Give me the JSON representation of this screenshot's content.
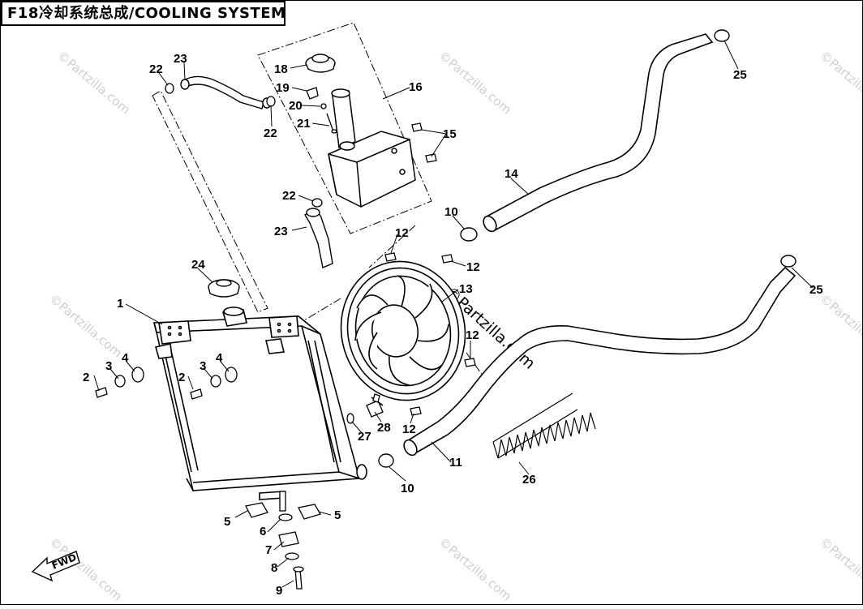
{
  "title": "F18冷却系统总成/COOLING SYSTEM",
  "fwd_label": "FWD",
  "watermark": "©Partzilla.com",
  "callouts": [
    "1",
    "2",
    "3",
    "4",
    "5",
    "6",
    "7",
    "8",
    "9",
    "10",
    "11",
    "12",
    "13",
    "14",
    "15",
    "16",
    "18",
    "19",
    "20",
    "21",
    "22",
    "23",
    "24",
    "25",
    "26",
    "27",
    "28"
  ]
}
